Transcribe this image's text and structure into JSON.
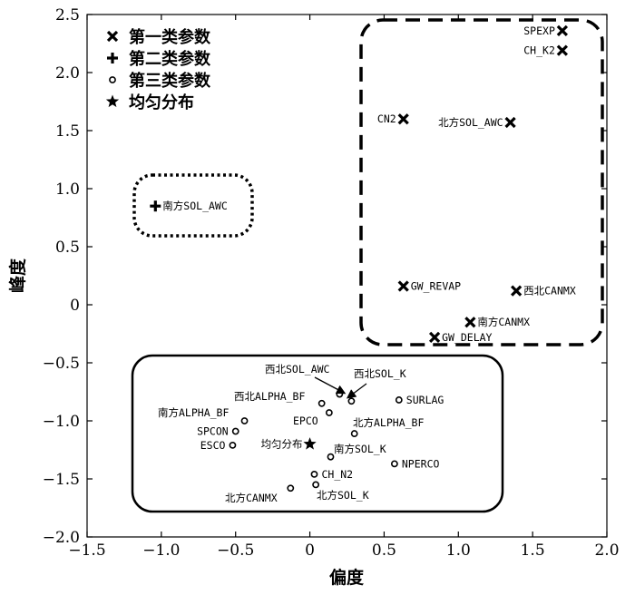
{
  "chart_data": {
    "type": "scatter",
    "xlabel": "偏度",
    "ylabel": "峰度",
    "xlim": [
      -1.5,
      2.0
    ],
    "ylim": [
      -2.0,
      2.5
    ],
    "xticks": [
      -1.5,
      -1.0,
      -0.5,
      0,
      0.5,
      1.0,
      1.5,
      2.0
    ],
    "xtick_labels": [
      "−1.5",
      "−1.0",
      "−0.5",
      "0",
      "0.5",
      "1.0",
      "1.5",
      "2.0"
    ],
    "yticks": [
      -2.0,
      -1.5,
      -1.0,
      -0.5,
      0,
      0.5,
      1.0,
      1.5,
      2.0,
      2.5
    ],
    "ytick_labels": [
      "−2.0",
      "−1.5",
      "−1.0",
      "−0.5",
      "0",
      "0.5",
      "1.0",
      "1.5",
      "2.0",
      "2.5"
    ],
    "grid": false,
    "legend_position": "top-left",
    "series": [
      {
        "name": "第一类参数",
        "marker": "x",
        "points": [
          {
            "x": 1.7,
            "y": 2.36,
            "label": "SPEXP",
            "label_side": "left"
          },
          {
            "x": 1.7,
            "y": 2.19,
            "label": "CH_K2",
            "label_side": "left"
          },
          {
            "x": 0.63,
            "y": 1.6,
            "label": "CN2",
            "label_side": "left"
          },
          {
            "x": 1.35,
            "y": 1.57,
            "label": "北方SOL_AWC",
            "label_side": "left"
          },
          {
            "x": 0.63,
            "y": 0.16,
            "label": "GW_REVAP",
            "label_side": "right"
          },
          {
            "x": 1.39,
            "y": 0.12,
            "label": "西北CANMX",
            "label_side": "right"
          },
          {
            "x": 1.08,
            "y": -0.15,
            "label": "南方CANMX",
            "label_side": "right"
          },
          {
            "x": 0.84,
            "y": -0.28,
            "label": "GW_DELAY",
            "label_side": "right"
          }
        ]
      },
      {
        "name": "第二类参数",
        "marker": "plus",
        "points": [
          {
            "x": -1.04,
            "y": 0.85,
            "label": "南方SOL_AWC",
            "label_side": "right"
          }
        ]
      },
      {
        "name": "第三类参数",
        "marker": "circle",
        "points": [
          {
            "x": 0.2,
            "y": -0.77,
            "label": "西北SOL_AWC",
            "label_side": "none"
          },
          {
            "x": 0.28,
            "y": -0.83,
            "label": "西北SOL_K",
            "label_side": "none"
          },
          {
            "x": 0.6,
            "y": -0.82,
            "label": "SURLAG",
            "label_side": "right"
          },
          {
            "x": 0.08,
            "y": -0.85,
            "label": "西北ALPHA_BF",
            "label_side": "none"
          },
          {
            "x": 0.13,
            "y": -0.93,
            "label": "EPCO",
            "label_side": "none"
          },
          {
            "x": -0.44,
            "y": -1.0,
            "label": "南方ALPHA_BF",
            "label_side": "none"
          },
          {
            "x": -0.5,
            "y": -1.09,
            "label": "SPCON",
            "label_side": "left"
          },
          {
            "x": 0.3,
            "y": -1.11,
            "label": "北方ALPHA_BF",
            "label_side": "none"
          },
          {
            "x": -0.52,
            "y": -1.21,
            "label": "ESCO",
            "label_side": "left"
          },
          {
            "x": 0.14,
            "y": -1.31,
            "label": "南方SOL_K",
            "label_side": "none"
          },
          {
            "x": 0.57,
            "y": -1.37,
            "label": "NPERCO",
            "label_side": "right"
          },
          {
            "x": 0.03,
            "y": -1.46,
            "label": "CH_N2",
            "label_side": "right"
          },
          {
            "x": 0.04,
            "y": -1.55,
            "label": "北方SOL_K",
            "label_side": "none"
          },
          {
            "x": -0.13,
            "y": -1.58,
            "label": "北方CANMX",
            "label_side": "none"
          }
        ]
      },
      {
        "name": "均匀分布",
        "marker": "star",
        "points": [
          {
            "x": 0.0,
            "y": -1.2,
            "label": "均匀分布",
            "label_side": "left"
          }
        ]
      }
    ]
  }
}
